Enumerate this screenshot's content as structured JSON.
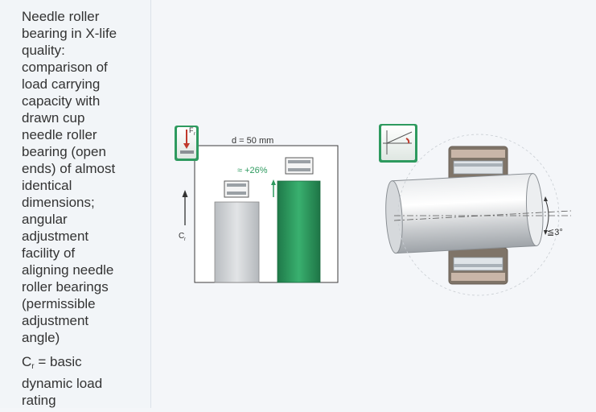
{
  "caption": {
    "lines": [
      "Needle roller",
      "bearing in X-life",
      "quality:",
      "comparison of",
      "load carrying",
      "capacity with",
      "drawn cup",
      "needle roller",
      "bearing (open",
      "ends) of almost",
      "identical",
      "dimensions;",
      "angular",
      "adjustment",
      "facility of",
      "aligning needle",
      "roller bearings",
      "(permissible",
      "adjustment",
      "angle)"
    ],
    "definition": {
      "symbol": "C",
      "subscript": "r",
      "equals": " = ",
      "text_lines": [
        "basic",
        "dynamic load",
        "rating"
      ]
    }
  },
  "figure": {
    "force_label": "F",
    "force_subscript": "r",
    "diameter_label": "d = 50 mm",
    "increase_label": "≈ +26%",
    "capacity_label": "C",
    "capacity_subscript": "r",
    "angle_label": "≦3°",
    "colors": {
      "green": "#2e9a5f",
      "gray_bar": "#c9cccf",
      "accent_red": "#c0392b"
    }
  },
  "comparison": {
    "drawn_cup_bar_relative": 1.0,
    "x_life_bar_relative": 1.26
  }
}
